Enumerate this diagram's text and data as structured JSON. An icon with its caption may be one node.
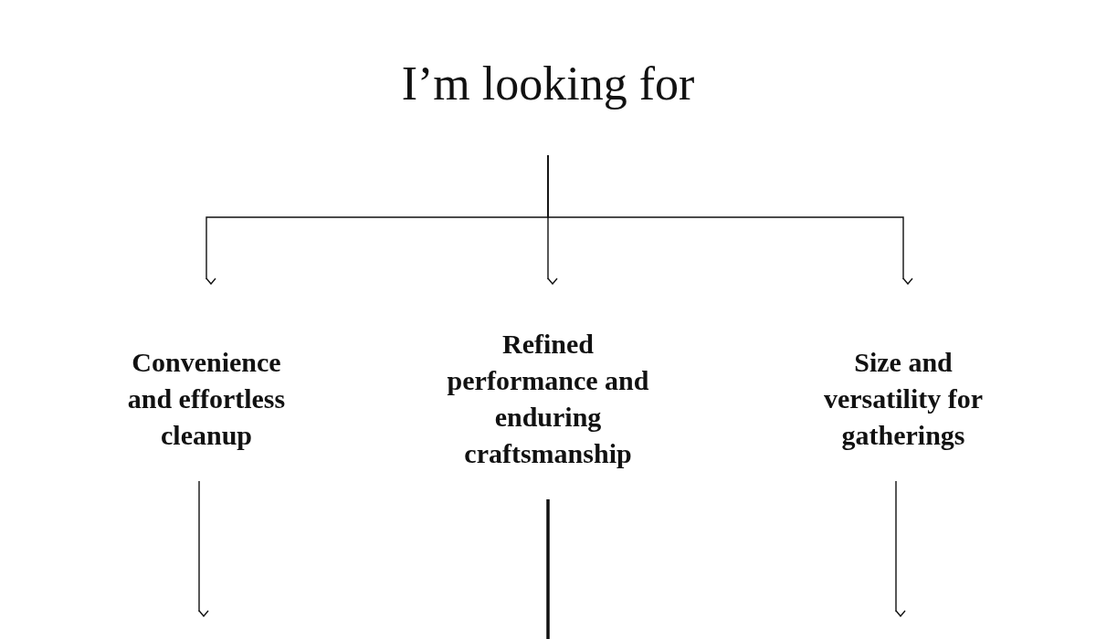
{
  "diagram": {
    "nodes": [
      {
        "text": [
          "I’m looking for"
        ]
      },
      {
        "text": [
          "Convenience and effortless cleanup"
        ]
      },
      {
        "text": [
          "Refined performance and enduring craftsmanship"
        ]
      },
      {
        "text": [
          "Size and versatility for gatherings"
        ]
      }
    ],
    "edges": [
      {
        "from": 0,
        "to": 1,
        "arrow": "to"
      },
      {
        "from": 0,
        "to": 2,
        "arrow": "to"
      },
      {
        "from": 0,
        "to": 3,
        "arrow": "to"
      },
      {
        "from": 1,
        "to": null,
        "arrow": "to"
      },
      {
        "from": 2,
        "to": null,
        "arrow": "none",
        "style": "thick"
      },
      {
        "from": 3,
        "to": null,
        "arrow": "to"
      }
    ]
  }
}
